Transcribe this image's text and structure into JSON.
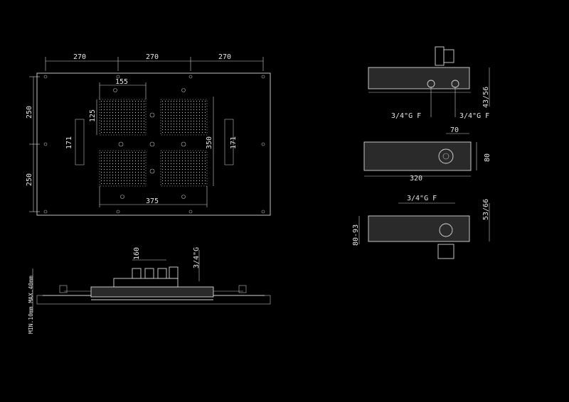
{
  "top_view": {
    "width_segments": [
      "270",
      "270",
      "270"
    ],
    "height_segments": [
      "250",
      "250"
    ],
    "panel_width": "155",
    "panel_height": "125",
    "side_light_left": "171",
    "side_light_right": "171",
    "inner_height": "350",
    "inner_width": "375"
  },
  "side_view": {
    "box_width": "160",
    "inlet": "3/4\"G",
    "depth_note": "MIN.10mm MAX.40mm"
  },
  "valve_front": {
    "depth": "43/56",
    "inlet_left": "3/4\"G F",
    "inlet_right": "3/4\"G F"
  },
  "cover_plate": {
    "knob_offset": "70",
    "width": "320",
    "height": "80"
  },
  "valve_bottom": {
    "inlet": "3/4\"G F",
    "depth": "53/66",
    "range": "80-93"
  }
}
